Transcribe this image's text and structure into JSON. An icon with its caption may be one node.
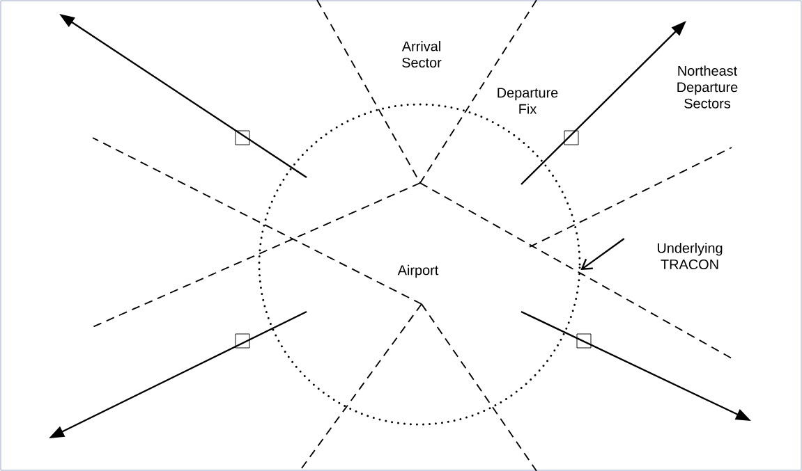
{
  "diagram": {
    "nodes": [
      {
        "text": [
          "Underlying TRACON"
        ]
      },
      {
        "text": [],
        "shape": "circle"
      }
    ],
    "edges": [
      {
        "from": 0,
        "to": 1,
        "arrow": "to"
      },
      {
        "from": 1,
        "to": null,
        "arrow": "to"
      },
      {
        "from": 1,
        "to": null,
        "arrow": "to"
      },
      {
        "from": 1,
        "to": null,
        "arrow": "to"
      },
      {
        "from": 1,
        "to": null,
        "arrow": "to"
      }
    ],
    "labels": [
      "Arrival Sector",
      "Departure Fix",
      "Northeast Departure Sectors",
      "Airport"
    ]
  }
}
